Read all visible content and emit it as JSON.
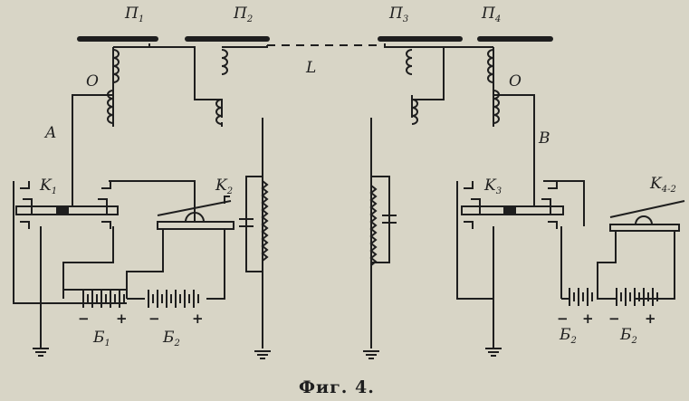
{
  "figure": {
    "caption": "Фиг. 4.",
    "labels": {
      "p1": "П",
      "p1_sub": "1",
      "p2": "П",
      "p2_sub": "2",
      "p3": "П",
      "p3_sub": "3",
      "p4": "П",
      "p4_sub": "4",
      "line": "L",
      "o_left": "O",
      "o_right": "O",
      "station_a": "A",
      "station_b": "B",
      "k1": "K",
      "k1_sub": "1",
      "k2": "K",
      "k2_sub": "2",
      "k3": "K",
      "k3_sub": "3",
      "k4": "K",
      "k4_sub": "4-2",
      "b1": "Б",
      "b1_sub": "1",
      "b2": "Б",
      "b2_sub": "2",
      "b3": "Б",
      "b3_sub": "2",
      "b4": "Б",
      "b4_sub": "2"
    },
    "polarity": {
      "minus": "−",
      "plus": "+"
    }
  }
}
